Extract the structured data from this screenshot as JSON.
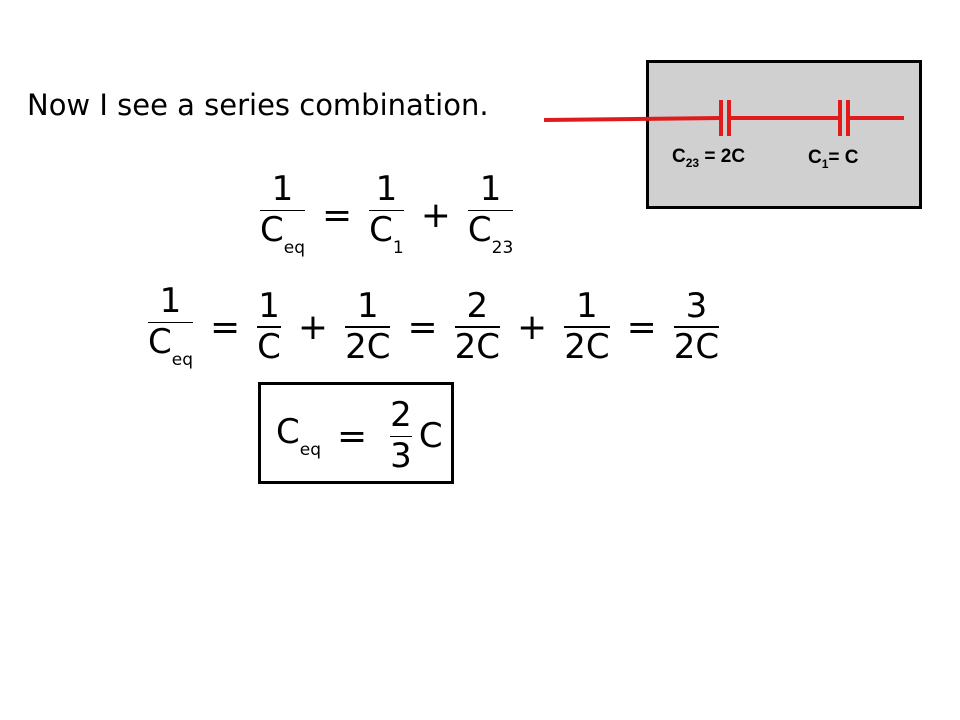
{
  "heading": "Now I see a series combination.",
  "equation1": {
    "lhs": {
      "num": "1",
      "den_main": "C",
      "den_sub": "eq"
    },
    "eq": "=",
    "t1": {
      "num": "1",
      "den_main": "C",
      "den_sub": "1"
    },
    "plus": "+",
    "t2": {
      "num": "1",
      "den_main": "C",
      "den_sub": "23"
    }
  },
  "equation2": {
    "lhs": {
      "num": "1",
      "den_main": "C",
      "den_sub": "eq"
    },
    "eq1": "=",
    "a": {
      "num": "1",
      "den": "C"
    },
    "plus1": "+",
    "b": {
      "num": "1",
      "den": "2C"
    },
    "eq2": "=",
    "c": {
      "num": "2",
      "den": "2C"
    },
    "plus2": "+",
    "d": {
      "num": "1",
      "den": "2C"
    },
    "eq3": "=",
    "e": {
      "num": "3",
      "den": "2C"
    }
  },
  "result": {
    "lhs_main": "C",
    "lhs_sub": "eq",
    "eq": "=",
    "num": "2",
    "den": "3",
    "tail": "C"
  },
  "circuit": {
    "c23_main": "C",
    "c23_sub": "23",
    "c23_rest": " = 2C",
    "c1_main": "C",
    "c1_sub": "1",
    "c1_rest": "= C",
    "wire_color": "#e01b1b",
    "panel_color": "#d0d0d0"
  }
}
